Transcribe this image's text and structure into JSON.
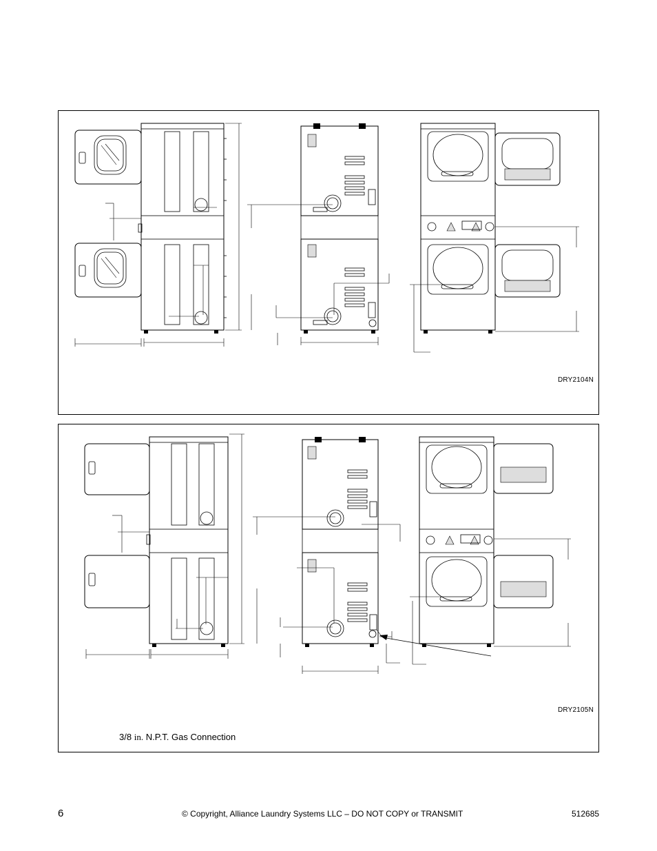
{
  "figures": [
    {
      "id": "DRY2104N"
    },
    {
      "id": "DRY2105N"
    }
  ],
  "gas_connection": {
    "size": "3/8",
    "unit": "in.",
    "label": "N.P.T. Gas Connection"
  },
  "footer": {
    "page_number": "6",
    "copyright": "© Copyright, Alliance Laundry Systems LLC – DO NOT COPY or TRANSMIT",
    "document_number": "512685"
  }
}
